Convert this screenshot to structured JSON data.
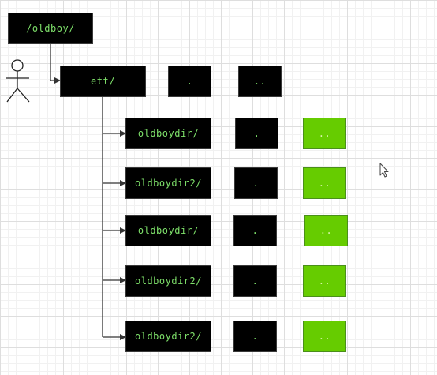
{
  "root": {
    "label": "/oldboy/"
  },
  "ett": {
    "label": "ett/",
    "dot": ".",
    "dotdot": ".."
  },
  "children": [
    {
      "label": "oldboydir/",
      "dot": ".",
      "dotdot": ".."
    },
    {
      "label": "oldboydir2/",
      "dot": ".",
      "dotdot": ".."
    },
    {
      "label": "oldboydir/",
      "dot": ".",
      "dotdot": ".."
    },
    {
      "label": "oldboydir2/",
      "dot": ".",
      "dotdot": ".."
    },
    {
      "label": "oldboydir2/",
      "dot": ".",
      "dotdot": ".."
    }
  ],
  "colors": {
    "box": "#000000",
    "text": "#7ee06a",
    "parent_ref": "#66cc00",
    "line": "#333333"
  },
  "icons": {
    "actor": "stick-figure-icon",
    "cursor": "mouse-pointer-icon"
  }
}
